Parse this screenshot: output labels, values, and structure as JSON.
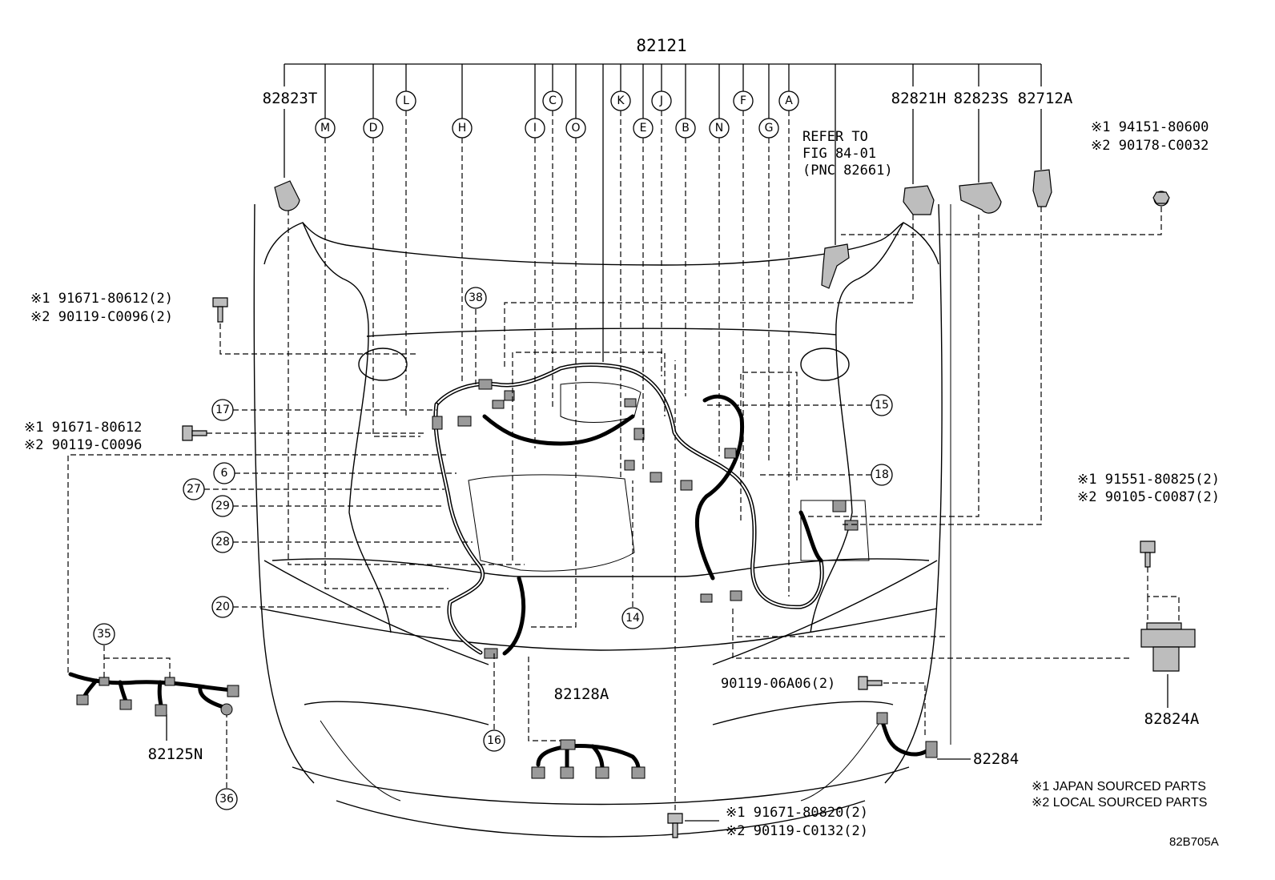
{
  "main_part_number": "82121",
  "part_labels": {
    "top_left": "82823T",
    "top_right_a": "82821H",
    "top_right_b": "82823S",
    "top_right_c": "82712A",
    "bottom_left": "82125N",
    "bottom_center": "82128A",
    "right_connector": "82824A",
    "right_lower": "82284"
  },
  "letters": {
    "row1": [
      "L",
      "C",
      "K",
      "J",
      "F",
      "A"
    ],
    "row2": [
      "M",
      "D",
      "H",
      "I",
      "O",
      "E",
      "B",
      "N",
      "G"
    ]
  },
  "numbers": [
    "38",
    "17",
    "6",
    "27",
    "29",
    "28",
    "20",
    "15",
    "18",
    "14",
    "35",
    "36",
    "16"
  ],
  "refer_note": {
    "line1": "REFER TO",
    "line2": "FIG 84-01",
    "line3": "(PNC 82661)"
  },
  "fasteners": {
    "top_right": {
      "japan": "※1 94151-80600",
      "local": "※2 90178-C0032"
    },
    "left_upper": {
      "japan": "※1 91671-80612(2)",
      "local": "※2 90119-C0096(2)"
    },
    "left_middle": {
      "japan": "※1 91671-80612",
      "local": "※2 90119-C0096"
    },
    "right_middle": {
      "japan": "※1 91551-80825(2)",
      "local": "※2 90105-C0087(2)"
    },
    "bottom": {
      "japan": "※1 91671-80820(2)",
      "local": "※2 90119-C0132(2)"
    },
    "bolt": "90119-06A06(2)"
  },
  "legend": {
    "japan": "※1 JAPAN SOURCED PARTS",
    "local": "※2 LOCAL SOURCED PARTS"
  },
  "figure_code": "82B705A",
  "colors": {
    "line": "#000000",
    "background": "#ffffff",
    "part_fill": "#bdbdbd"
  }
}
